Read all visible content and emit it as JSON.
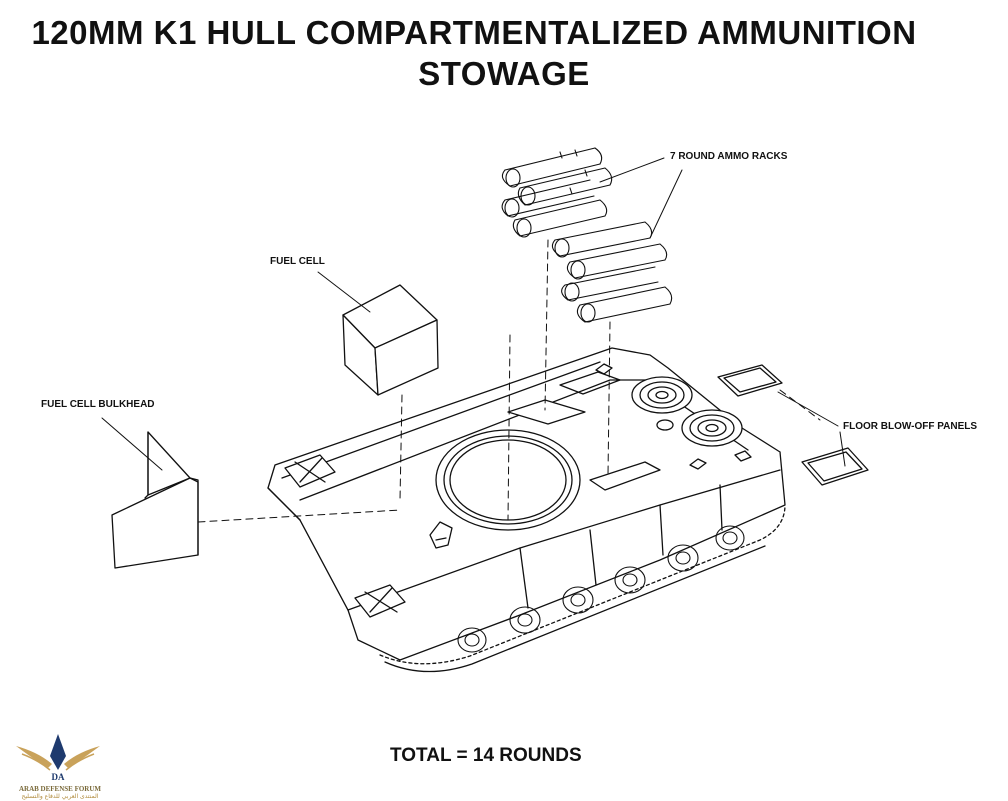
{
  "title": {
    "line1": "120MM K1 HULL COMPARTMENTALIZED AMMUNITION",
    "line2": "STOWAGE"
  },
  "labels": {
    "ammo_racks": "7 ROUND AMMO RACKS",
    "fuel_cell": "FUEL CELL",
    "fuel_cell_bulkhead": "FUEL CELL BULKHEAD",
    "floor_blowoff_panels": "FLOOR BLOW-OFF PANELS"
  },
  "total": "TOTAL = 14 ROUNDS",
  "watermark": {
    "logo_letters": "DA",
    "name": "ARAB DEFENSE FORUM",
    "arabic": "المنتدى العربي للدفاع والتسليح"
  }
}
